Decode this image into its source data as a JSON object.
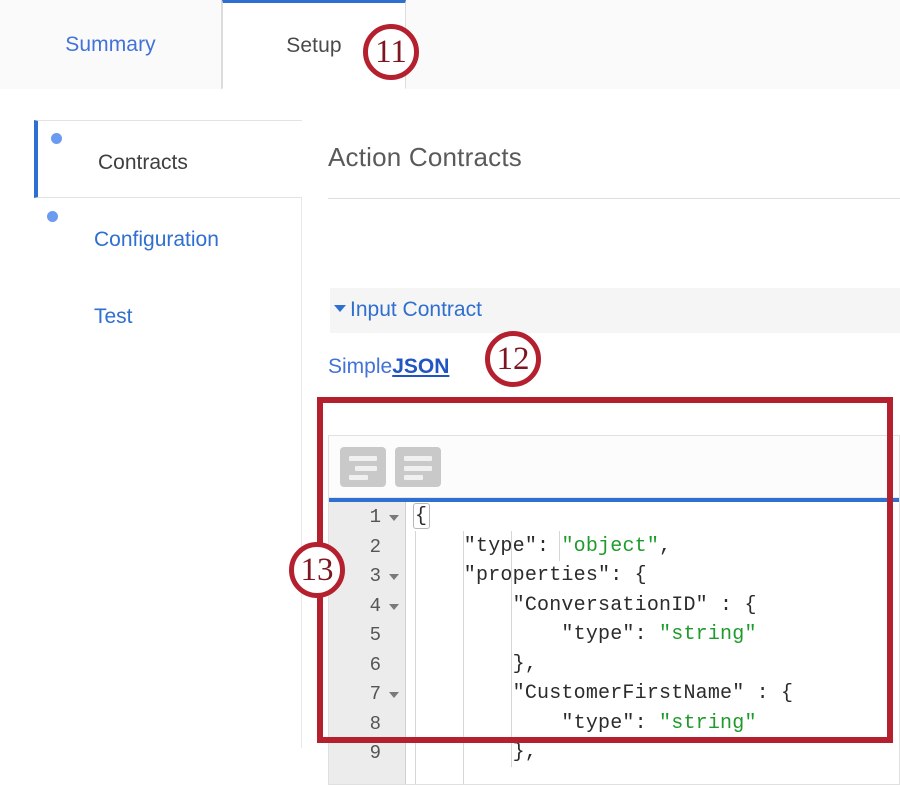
{
  "theme": {
    "accent_blue": "#2f6fd0",
    "link_blue": "#4272d8",
    "annotation_red": "#b5202f",
    "string_green": "#1f9b2b",
    "gutter_gray": "#ececec"
  },
  "tabs": [
    {
      "id": "summary",
      "label": "Summary",
      "active": false
    },
    {
      "id": "setup",
      "label": "Setup",
      "active": true
    }
  ],
  "sidebar": {
    "items": [
      {
        "id": "contracts",
        "label": "Contracts",
        "active": true,
        "dot": true
      },
      {
        "id": "configuration",
        "label": "Configuration",
        "active": false,
        "dot": true
      },
      {
        "id": "test",
        "label": "Test",
        "active": false,
        "dot": false
      }
    ]
  },
  "main": {
    "page_title": "Action Contracts",
    "section": {
      "id": "input-contract",
      "label": "Input Contract",
      "expanded": true,
      "caret_icon": "caret-down-icon"
    },
    "format_switch": {
      "simple_label": "Simple",
      "json_label": "JSON",
      "selected": "JSON"
    },
    "editor": {
      "toolbar_buttons": [
        {
          "id": "format-right",
          "icon": "align-right-icon"
        },
        {
          "id": "format-left",
          "icon": "align-left-icon"
        }
      ],
      "language": "json",
      "lines": [
        {
          "num": "1",
          "fold": true,
          "indent": 0,
          "html": "{"
        },
        {
          "num": "2",
          "fold": false,
          "indent": 1,
          "html": "    \"type\": <span class=\"str\">\"object\"</span>,"
        },
        {
          "num": "3",
          "fold": true,
          "indent": 1,
          "html": "    \"properties\": {"
        },
        {
          "num": "4",
          "fold": true,
          "indent": 2,
          "html": "        \"ConversationID\" : {"
        },
        {
          "num": "5",
          "fold": false,
          "indent": 3,
          "html": "            \"type\": <span class=\"str\">\"string\"</span>"
        },
        {
          "num": "6",
          "fold": false,
          "indent": 2,
          "html": "        },"
        },
        {
          "num": "7",
          "fold": true,
          "indent": 2,
          "html": "        \"CustomerFirstName\" : {"
        },
        {
          "num": "8",
          "fold": false,
          "indent": 3,
          "html": "            \"type\": <span class=\"str\">\"string\"</span>"
        },
        {
          "num": "9",
          "fold": false,
          "indent": 2,
          "html": "        },"
        }
      ]
    }
  },
  "annotations": [
    {
      "id": "11",
      "label": "11",
      "target": "setup-tab"
    },
    {
      "id": "12",
      "label": "12",
      "target": "json-format-link"
    },
    {
      "id": "13",
      "label": "13",
      "target": "json-editor"
    }
  ]
}
